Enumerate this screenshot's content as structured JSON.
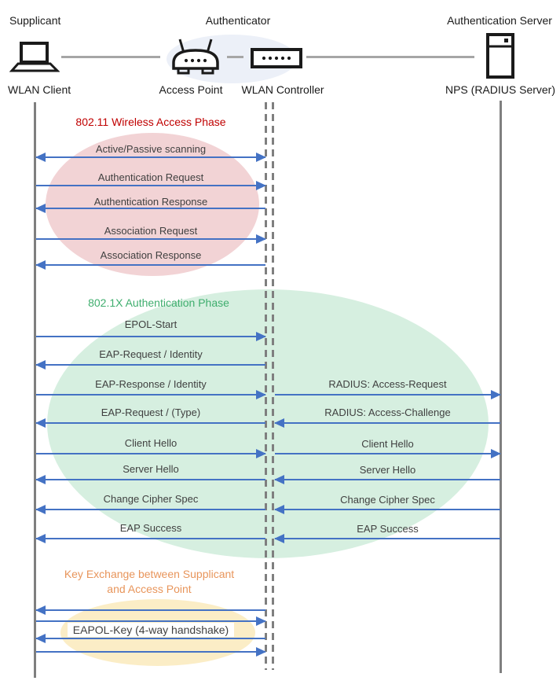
{
  "header": {
    "roles": [
      "Supplicant",
      "Authenticator",
      "Authentication Server"
    ],
    "devices": [
      "WLAN Client",
      "Access Point",
      "WLAN Controller",
      "NPS (RADIUS Server)"
    ]
  },
  "colors": {
    "arrow": "#4472C4",
    "lifeline": "#7F7F7F",
    "connector": "#A6A6A6",
    "message_text": "#404040",
    "phase1_title": "#C00000",
    "phase1_ellipse": "#F2D3D5",
    "phase2_title": "#3FAE6E",
    "phase2_ellipse": "#D6EFE0",
    "phase3_title": "#E8955B",
    "phase3_ellipse": "#FBEDC6",
    "authenticator_ellipse": "#ECF0F8"
  },
  "phases": [
    {
      "title": "802.11 Wireless Access Phase",
      "messages": [
        {
          "label": "Active/Passive scanning",
          "direction": "both"
        },
        {
          "label": "Authentication Request",
          "direction": "right"
        },
        {
          "label": "Authentication Response",
          "direction": "left"
        },
        {
          "label": "Association Request",
          "direction": "right"
        },
        {
          "label": "Association Response",
          "direction": "left"
        }
      ]
    },
    {
      "title": "802.1X Authentication Phase",
      "messages": [
        {
          "label": "EPOL-Start",
          "direction": "right"
        },
        {
          "label": "EAP-Request / Identity",
          "direction": "left"
        },
        {
          "label": "EAP-Response / Identity",
          "direction": "right",
          "right_label": "RADIUS: Access-Request",
          "right_direction": "right"
        },
        {
          "label": "EAP-Request / (Type)",
          "direction": "left",
          "right_label": "RADIUS: Access-Challenge",
          "right_direction": "left"
        },
        {
          "label": "Client Hello",
          "direction": "right",
          "right_label": "Client Hello",
          "right_direction": "right"
        },
        {
          "label": "Server Hello",
          "direction": "left",
          "right_label": "Server Hello",
          "right_direction": "left"
        },
        {
          "label": "Change Cipher Spec",
          "direction": "left",
          "right_label": "Change Cipher Spec",
          "right_direction": "left"
        },
        {
          "label": "EAP Success",
          "direction": "left",
          "right_label": "EAP Success",
          "right_direction": "left"
        }
      ]
    },
    {
      "title": "Key Exchange between Supplicant and Access Point",
      "messages": [
        {
          "label": "",
          "direction": "left"
        },
        {
          "label": "",
          "direction": "right"
        },
        {
          "label": "EAPOL-Key (4-way handshake)",
          "direction": "left"
        },
        {
          "label": "",
          "direction": "right"
        }
      ]
    }
  ]
}
